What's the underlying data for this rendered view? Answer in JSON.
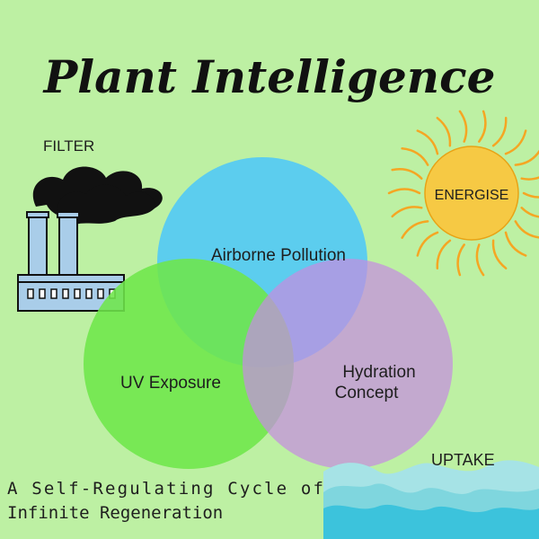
{
  "title": "Plant Intelligence",
  "labels": {
    "filter": "FILTER",
    "energise": "ENERGISE",
    "uptake": "UPTAKE"
  },
  "circles": [
    {
      "id": "airborne",
      "label": "Airborne Pollution",
      "color": "#5ccdee"
    },
    {
      "id": "uv",
      "label": "UV Exposure",
      "color": "#6ee64a"
    },
    {
      "id": "hydration",
      "label_line1": "Hydration",
      "label_line2": "Concept",
      "color": "#c58ee1"
    }
  ],
  "caption": {
    "line1": "A Self-Regulating Cycle of",
    "line2": "Infinite Regeneration"
  },
  "colors": {
    "background": "#bdf0a3",
    "sun": "#f6c944",
    "sun_ray": "#f5a623",
    "factory": "#a9cde9",
    "smoke": "#111111",
    "water_light": "#a6e3e6",
    "water_dark": "#3cc3dc"
  },
  "icons": [
    "factory-icon",
    "sun-icon",
    "water-waves-icon"
  ]
}
